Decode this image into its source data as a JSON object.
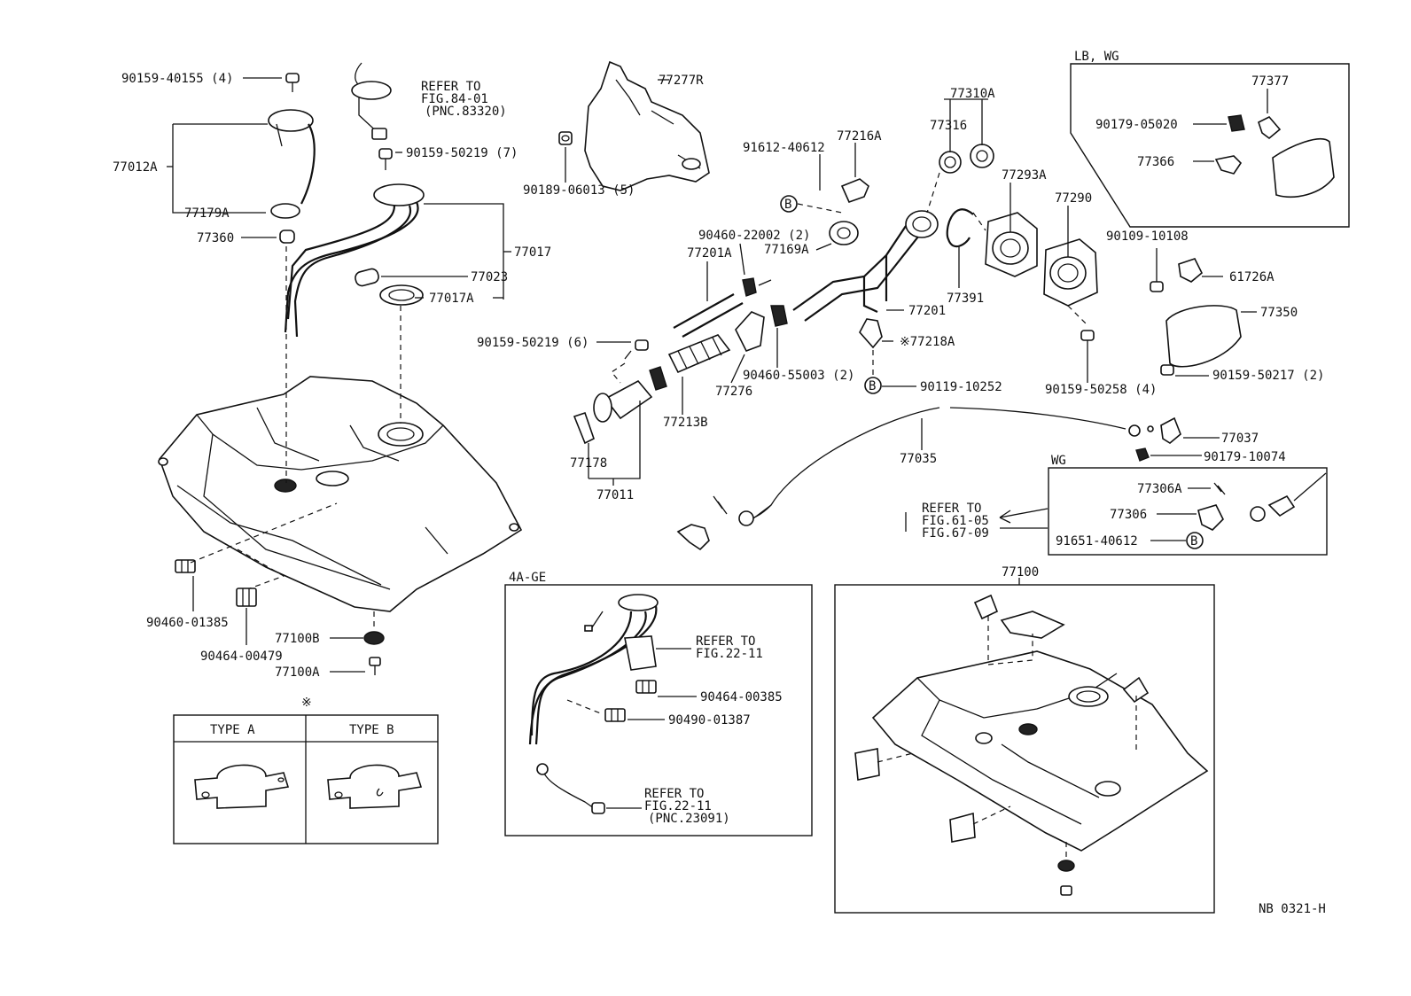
{
  "parts": {
    "p_90159_40155": "90159-40155 (4)",
    "p_77012a": "77012A",
    "p_77179a": "77179A",
    "p_77360": "77360",
    "p_refer_fig84_1": "REFER TO",
    "p_refer_fig84_2": "FIG.84-01",
    "p_refer_fig84_3": "(PNC.83320)",
    "p_90159_50219_7": "90159-50219 (7)",
    "p_77017": "77017",
    "p_77023": "77023",
    "p_77017a": "77017A",
    "p_77277r": "77277R",
    "p_90189_06013": "90189-06013 (5)",
    "p_91612_40612": "91612-40612",
    "p_77216a": "77216A",
    "p_77310a": "77310A",
    "p_77316": "77316",
    "p_77293a": "77293A",
    "p_77290": "77290",
    "p_90460_22002": "90460-22002 (2)",
    "p_77201a": "77201A",
    "p_77169a": "77169A",
    "p_77391": "77391",
    "p_77201": "77201",
    "p_90159_50219_6": "90159-50219 (6)",
    "p_77218a": "※77218A",
    "p_90460_55003": "90460-55003 (2)",
    "p_77276": "77276",
    "p_90119_10252": "90119-10252",
    "p_77213b": "77213B",
    "p_77178": "77178",
    "p_77011": "77011",
    "p_77035": "77035",
    "p_90159_50258": "90159-50258 (4)",
    "p_lbwg": "LB, WG",
    "p_77377": "77377",
    "p_90179_05020": "90179-05020",
    "p_77366": "77366",
    "p_90109_10108": "90109-10108",
    "p_61726a": "61726A",
    "p_77350": "77350",
    "p_90159_50217": "90159-50217 (2)",
    "p_77037": "77037",
    "p_90179_10074": "90179-10074",
    "p_wg": "WG",
    "p_77306a": "77306A",
    "p_77306": "77306",
    "p_91651_40612": "91651-40612",
    "p_refer_fig61_1": "REFER TO",
    "p_refer_fig61_2": "FIG.61-05",
    "p_refer_fig61_3": "FIG.67-09",
    "p_90460_01385": "90460-01385",
    "p_90464_00479": "90464-00479",
    "p_77100b": "77100B",
    "p_77100a": "77100A",
    "p_4age": "4A-GE",
    "p_refer_fig22a_1": "REFER TO",
    "p_refer_fig22a_2": "FIG.22-11",
    "p_90464_00385": "90464-00385",
    "p_90490_01387": "90490-01387",
    "p_refer_fig22b_1": "REFER TO",
    "p_refer_fig22b_2": "FIG.22-11",
    "p_refer_fig22b_3": "(PNC.23091)",
    "p_77100": "77100",
    "p_type_a": "TYPE A",
    "p_type_b": "TYPE B",
    "p_note_mark": "※",
    "p_b_marker": "B",
    "p_code": "NB 0321-H"
  }
}
